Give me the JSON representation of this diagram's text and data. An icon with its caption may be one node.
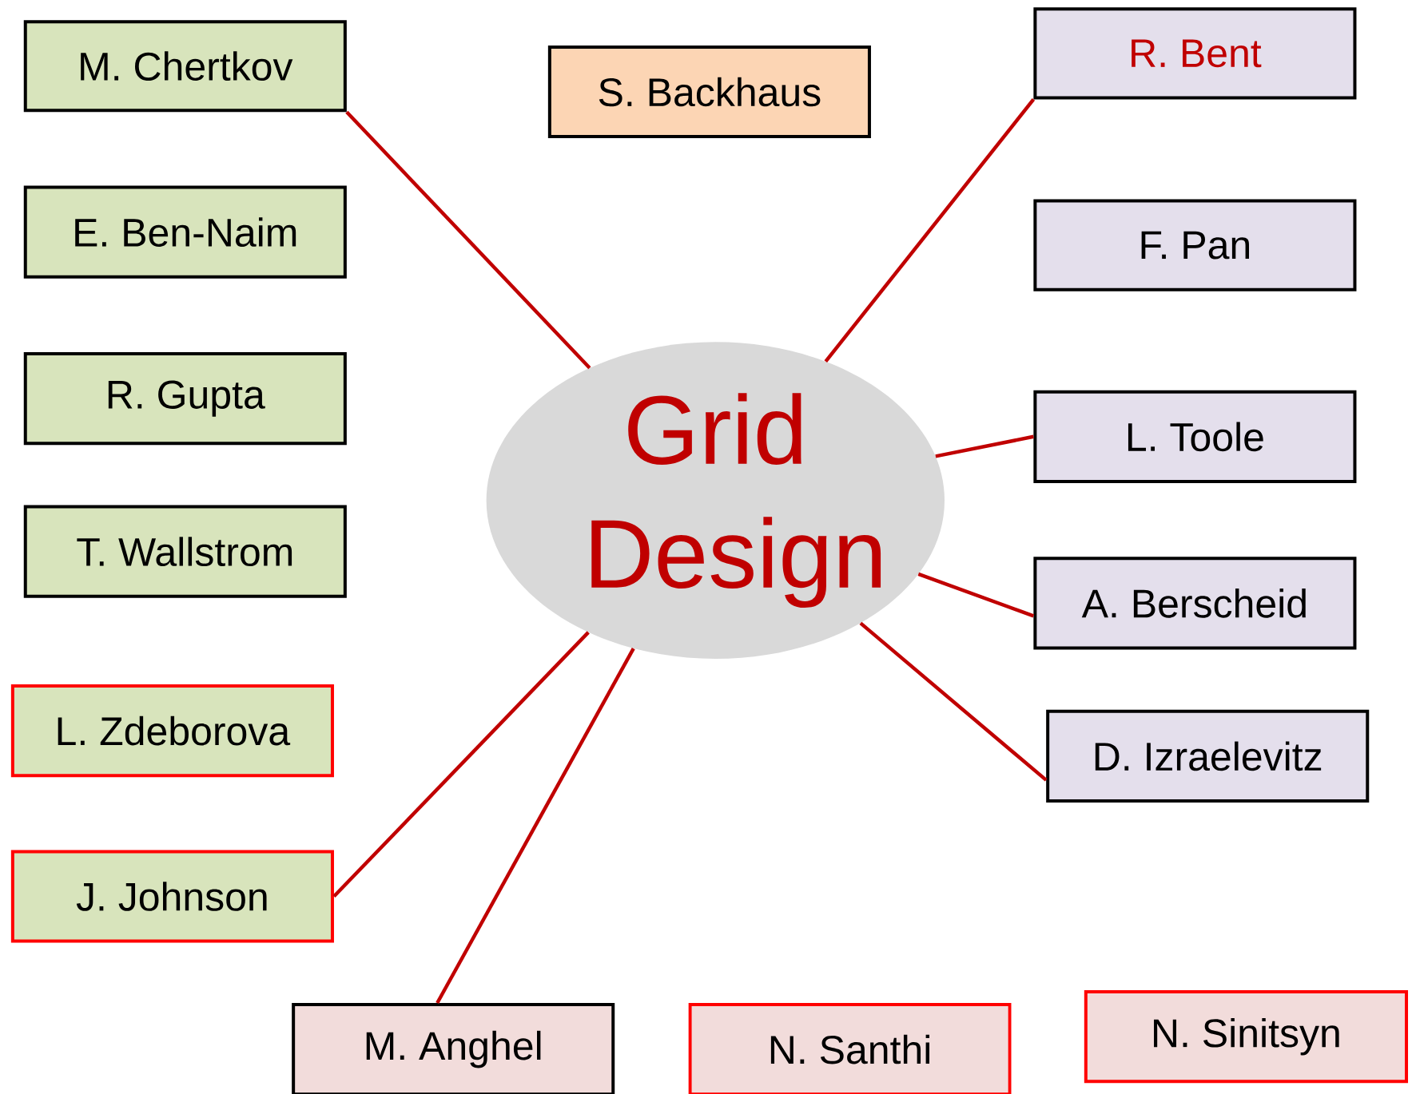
{
  "diagram": {
    "nodes": [
      {
        "text": [
          "M. Chertkov"
        ]
      },
      {
        "text": [
          "S. Backhaus"
        ]
      },
      {
        "text": [
          "R. Bent"
        ]
      },
      {
        "text": [
          "E. Ben-Naim"
        ]
      },
      {
        "text": [
          "F. Pan"
        ]
      },
      {
        "text": [
          "R. Gupta"
        ]
      },
      {
        "text": [
          "Grid Design"
        ]
      },
      {
        "text": [
          "L. Toole"
        ]
      },
      {
        "text": [
          "T. Wallstrom"
        ]
      },
      {
        "text": [
          "A. Berscheid"
        ]
      },
      {
        "text": [
          "L. Zdeborova"
        ]
      },
      {
        "text": [
          "D. Izraelevitz"
        ]
      },
      {
        "text": [
          "J. Johnson"
        ]
      },
      {
        "text": [
          "M. Anghel"
        ]
      },
      {
        "text": [
          "N. Santhi"
        ]
      },
      {
        "text": [
          "N. Sinitsyn"
        ]
      }
    ],
    "edges": [
      {
        "from": 6,
        "to": 0,
        "arrow": "none"
      },
      {
        "from": 6,
        "to": 2,
        "arrow": "none"
      },
      {
        "from": 6,
        "to": 7,
        "arrow": "none"
      },
      {
        "from": 6,
        "to": 9,
        "arrow": "none"
      },
      {
        "from": 6,
        "to": 11,
        "arrow": "none"
      },
      {
        "from": 6,
        "to": 12,
        "arrow": "none"
      },
      {
        "from": 6,
        "to": 13,
        "arrow": "none"
      }
    ]
  }
}
